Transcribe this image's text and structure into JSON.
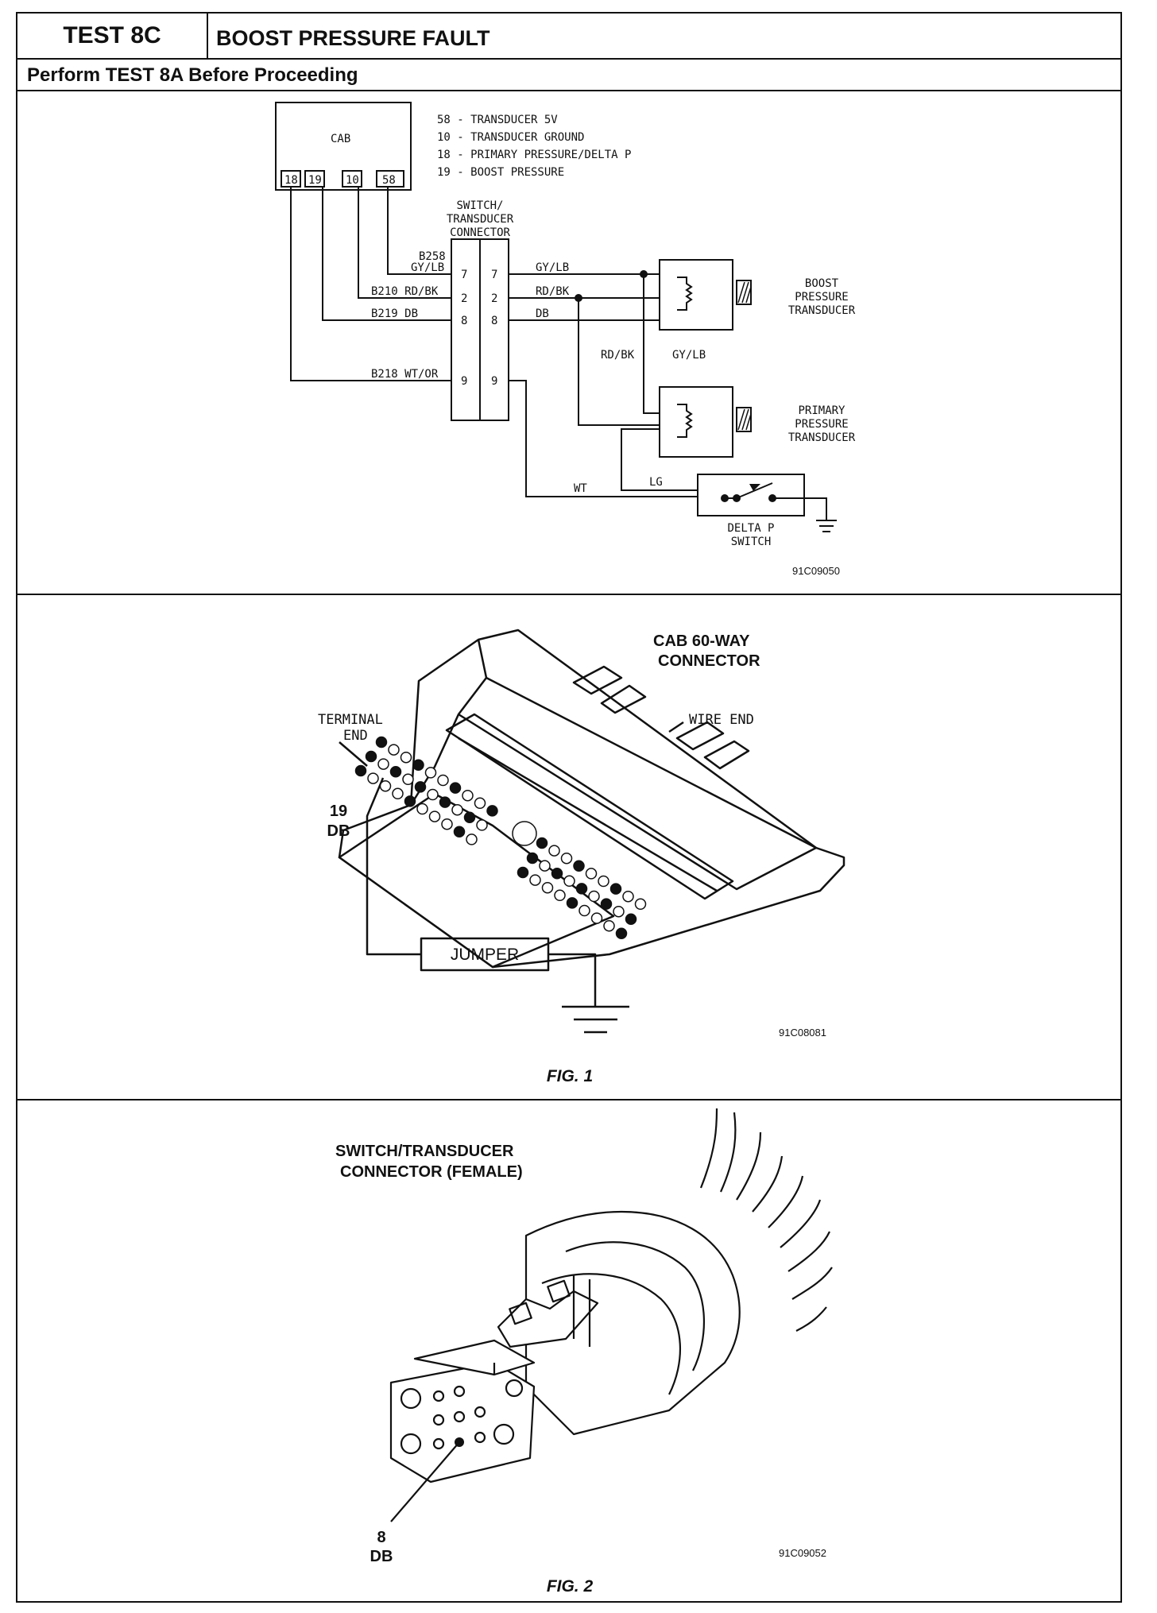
{
  "header": {
    "test_id": "TEST 8C",
    "title": "BOOST PRESSURE FAULT",
    "prerequisite": "Perform TEST 8A Before Proceeding"
  },
  "schematic": {
    "module": "CAB",
    "pins": [
      "18",
      "19",
      "10",
      "58"
    ],
    "pin_legend": [
      "58 - TRANSDUCER 5V",
      "10 - TRANSDUCER GROUND",
      "18 - PRIMARY PRESSURE/DELTA P",
      "19 - BOOST PRESSURE"
    ],
    "connector_label": [
      "SWITCH/",
      "TRANSDUCER",
      "CONNECTOR"
    ],
    "connector_cavities": [
      "7",
      "2",
      "8",
      "9"
    ],
    "left_wires": [
      "B258",
      "GY/LB",
      "B210 RD/BK",
      "B219 DB",
      "B218 WT/OR"
    ],
    "right_wires": [
      "GY/LB",
      "RD/BK",
      "DB"
    ],
    "branch_labels": [
      "RD/BK",
      "GY/LB",
      "LG",
      "WT"
    ],
    "boost_transducer": [
      "BOOST",
      "PRESSURE",
      "TRANSDUCER"
    ],
    "primary_transducer": [
      "PRIMARY",
      "PRESSURE",
      "TRANSDUCER"
    ],
    "delta_switch": [
      "DELTA P",
      "SWITCH"
    ],
    "figure_code": "91C09050"
  },
  "fig1": {
    "connector_title": [
      "CAB 60-WAY",
      "CONNECTOR"
    ],
    "terminal_end": [
      "TERMINAL",
      "END"
    ],
    "wire_end": "WIRE END",
    "pin_callout": [
      "19",
      "DB"
    ],
    "jumper": "JUMPER",
    "figure_code": "91C08081",
    "caption": "FIG. 1"
  },
  "fig2": {
    "connector_title": [
      "SWITCH/TRANSDUCER",
      "CONNECTOR (FEMALE)"
    ],
    "pin_callout": [
      "8",
      "DB"
    ],
    "figure_code": "91C09052",
    "caption": "FIG. 2"
  }
}
